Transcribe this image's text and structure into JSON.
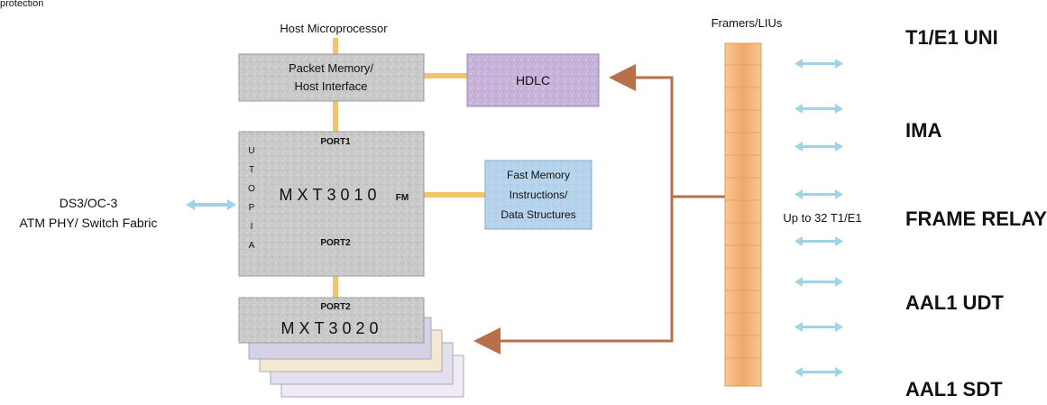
{
  "caption": "protection",
  "labels": {
    "host_microprocessor": "Host Microprocessor",
    "framers_lius": "Framers/LIUs",
    "ds3_line1": "DS3/OC-3",
    "ds3_line2": "ATM PHY/ Switch Fabric",
    "up_to": "Up to 32 T1/E1"
  },
  "blocks": {
    "packet_memory_line1": "Packet Memory/",
    "packet_memory_line2": "Host Interface",
    "hdlc": "HDLC",
    "fast_memory_line1": "Fast Memory",
    "fast_memory_line2": "Instructions/",
    "fast_memory_line3": "Data Structures",
    "mxt3010": "MXT3010",
    "mxt3010_port1": "PORT1",
    "mxt3010_port2": "PORT2",
    "mxt3010_fm": "FM",
    "utopia_letters": [
      "U",
      "T",
      "O",
      "P",
      "I",
      "A"
    ],
    "mxt3020": "MXT3020",
    "mxt3020_port": "PORT2"
  },
  "services": [
    "T1/E1 UNI",
    "IMA",
    "FRAME RELAY",
    "AAL1 UDT",
    "AAL1 SDT"
  ],
  "colors": {
    "block_gray": "#c9c9c9",
    "hdlc_purple": "#c7b3da",
    "fast_memory_blue": "#b6d3ee",
    "connector_gold": "#f2c46b",
    "arrow_brown": "#b9704a",
    "lius_orange": "#f4b77a",
    "io_arrow_blue": "#9fd3e6",
    "stack_colors": [
      "#d6d1e8",
      "#f3e9d2",
      "#e2e0ee",
      "#efeaf5"
    ]
  }
}
